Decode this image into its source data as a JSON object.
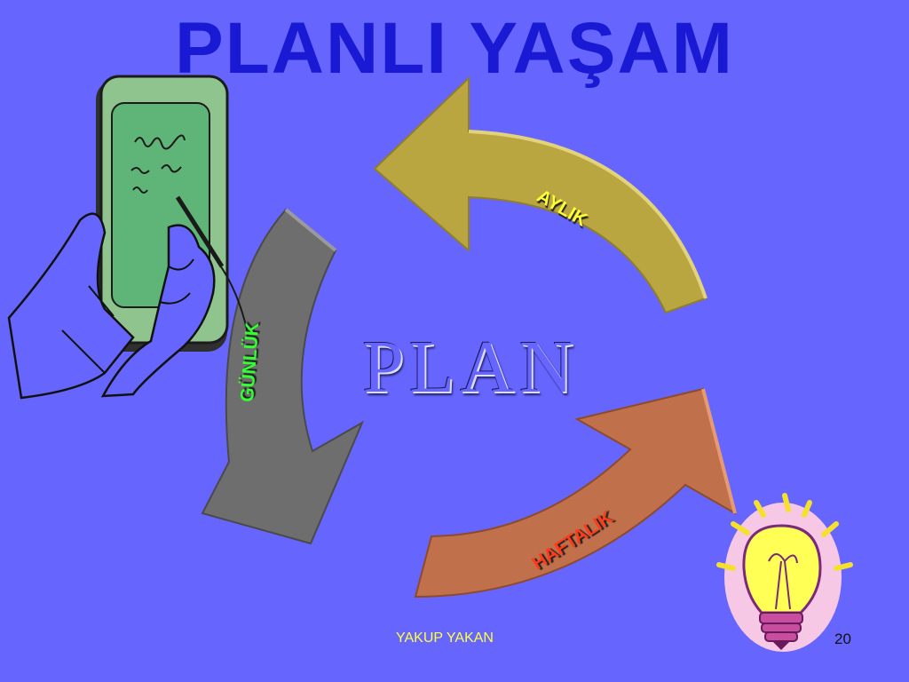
{
  "slide": {
    "title": "PLANLI YAŞAM",
    "center_word": "PLAN",
    "cycle_labels": {
      "monthly": "AYLIK",
      "daily": "GÜNLÜK",
      "weekly": "HAFTALIK"
    },
    "footer_author": "YAKUP YAKAN",
    "page_number": "20"
  },
  "colors": {
    "background": "#6666ff",
    "title": "#1a1ad4",
    "arrow_monthly": "#b9a640",
    "arrow_daily": "#6e6e6e",
    "arrow_weekly": "#c0704a",
    "label_monthly": "#ffff33",
    "label_daily": "#33ff33",
    "label_weekly": "#ff3b1a",
    "footer_text": "#ffff44"
  },
  "icons": {
    "left_clipart": "hands-writing-on-tablet-icon",
    "right_clipart": "light-bulb-icon"
  }
}
